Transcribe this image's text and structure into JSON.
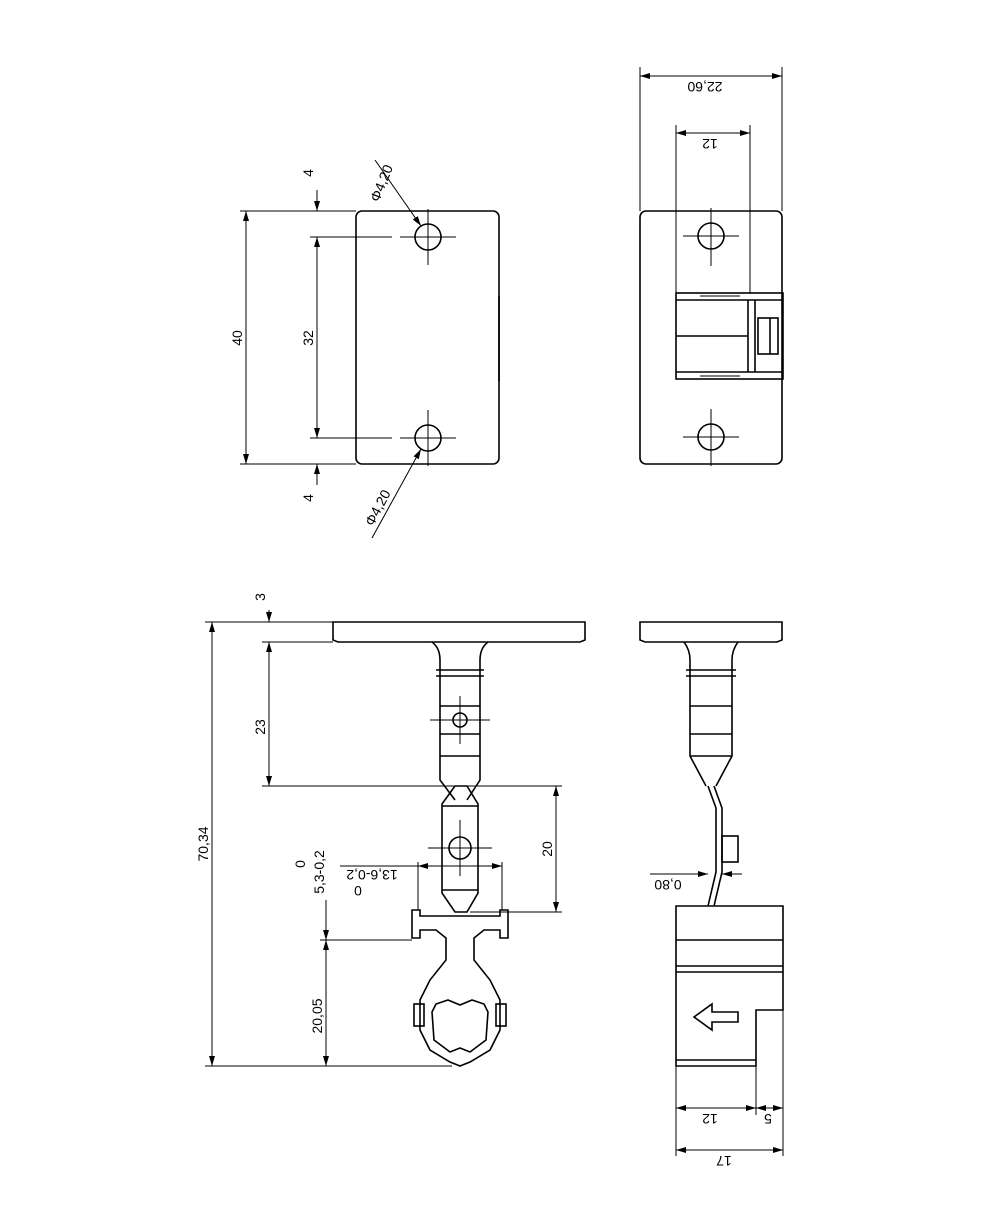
{
  "views": {
    "front_top": {
      "dims": {
        "overall_height": "40",
        "hole_spacing": "32",
        "top_offset": "4",
        "bottom_offset": "4"
      },
      "holes": {
        "top_diameter": "Φ4,20",
        "bottom_diameter": "Φ4,20"
      }
    },
    "side_top": {
      "dims": {
        "overall_width": "22,60",
        "inner_width": "12"
      }
    },
    "front_bottom": {
      "dims": {
        "flange_thickness": "3",
        "upper_length": "23",
        "overall_height": "70,34",
        "middle_length": "20",
        "lower_length": "20,05",
        "tolerance_zero_top": "0",
        "tolerance_zero_bottom": "0",
        "tolerance_range": "5,3-0,2",
        "width_tol": "13,6-0,2"
      }
    },
    "side_bottom": {
      "dims": {
        "blade_thickness": "0,80",
        "body_width": "12",
        "offset": "5",
        "overall_width": "17"
      }
    }
  }
}
